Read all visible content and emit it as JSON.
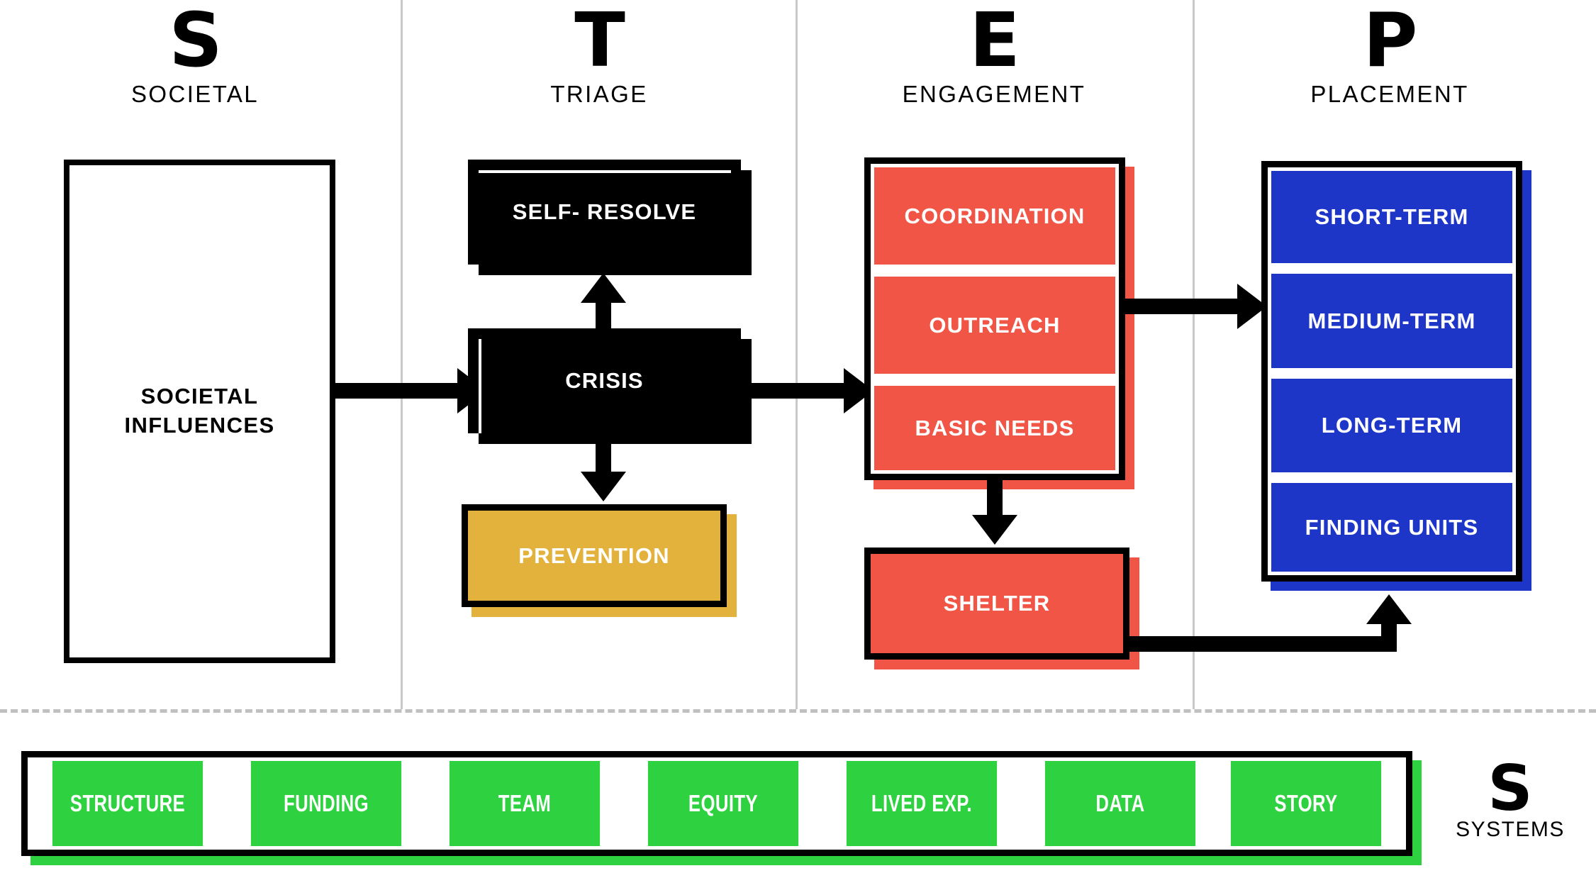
{
  "theme": {
    "black": "#000000",
    "white": "#ffffff",
    "red": "#F05545",
    "blue": "#1D36C8",
    "gold": "#E3B23C",
    "green": "#2ED13F",
    "separator_gray": "#c9c9c9",
    "dash_gray": "#c0c0c0"
  },
  "phases": [
    {
      "letter": "S",
      "label": "SOCIETAL"
    },
    {
      "letter": "T",
      "label": "TRIAGE"
    },
    {
      "letter": "E",
      "label": "ENGAGEMENT"
    },
    {
      "letter": "P",
      "label": "PLACEMENT"
    }
  ],
  "societal": {
    "box_label_line1": "SOCIETAL",
    "box_label_line2": "INFLUENCES"
  },
  "triage": {
    "self_resolve": "SELF- RESOLVE",
    "crisis": "CRISIS",
    "prevention": "PREVENTION"
  },
  "engagement": {
    "coordination": "COORDINATION",
    "outreach": "OUTREACH",
    "basic_needs": "BASIC NEEDS",
    "shelter": "SHELTER"
  },
  "placement": {
    "short_term": "SHORT-TERM",
    "medium_term": "MEDIUM-TERM",
    "long_term": "LONG-TERM",
    "finding_units": "FINDING UNITS"
  },
  "systems": {
    "cells": [
      "STRUCTURE",
      "FUNDING",
      "TEAM",
      "EQUITY",
      "LIVED EXP.",
      "DATA",
      "STORY"
    ],
    "logo_letter": "S",
    "logo_word": "SYSTEMS"
  }
}
